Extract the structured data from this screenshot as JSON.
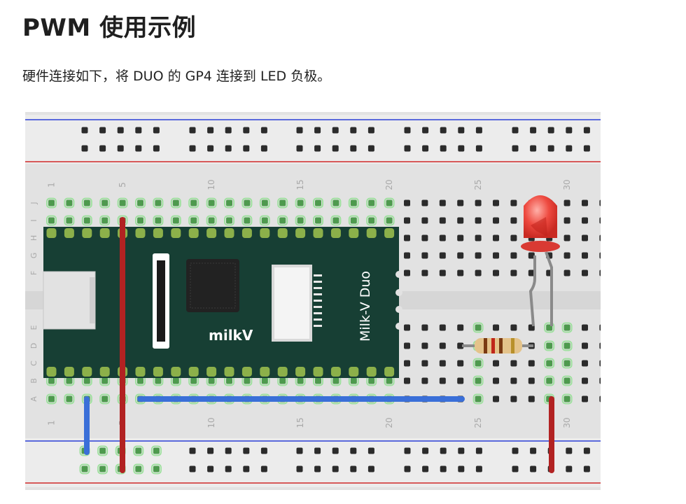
{
  "heading": "PWM 使用示例",
  "intro": "硬件连接如下，将 DUO 的 GP4 连接到 LED 负极。",
  "breadboard": {
    "column_labels": [
      "1",
      "5",
      "10",
      "15",
      "20",
      "25",
      "30"
    ],
    "row_labels_top": [
      "J",
      "I",
      "H",
      "G",
      "F"
    ],
    "row_labels_bottom": [
      "E",
      "D",
      "C",
      "B",
      "A"
    ],
    "board_logo": "milkV",
    "board_name": "Milk-V Duo"
  },
  "colors": {
    "rail_red": "#d02828",
    "rail_blue": "#2b3fd6",
    "board_green": "#173f34",
    "wire_red": "#b22222",
    "wire_blue": "#3a6fd8",
    "led_red": "#e8413a"
  }
}
